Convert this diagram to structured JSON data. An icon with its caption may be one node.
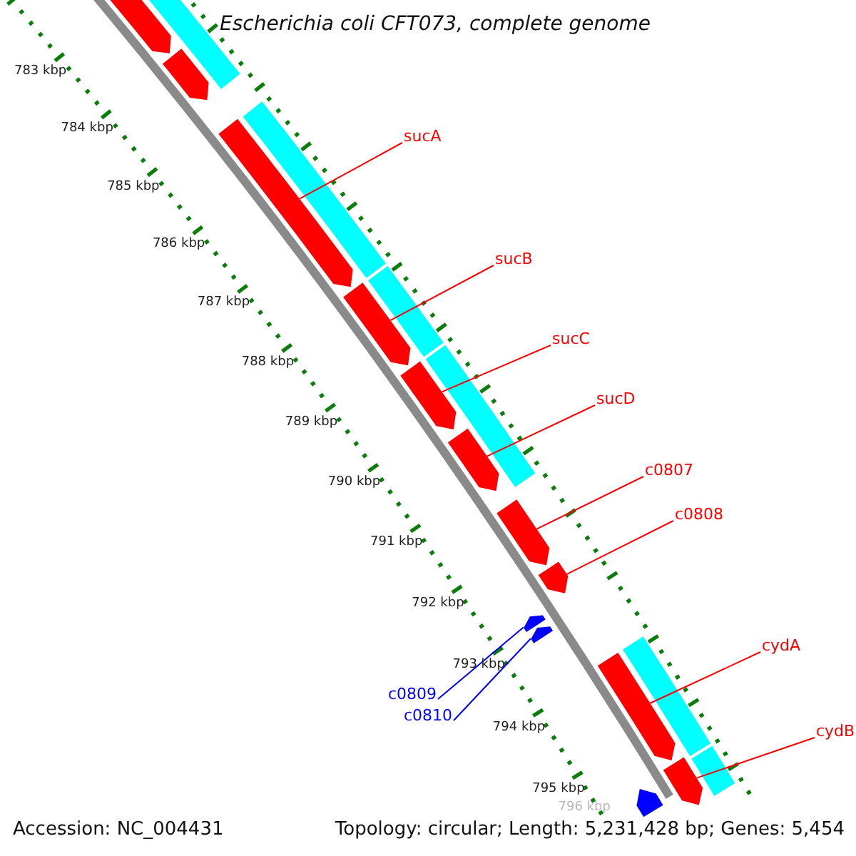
{
  "diagram": {
    "title": "Escherichia coli CFT073, complete genome",
    "nodes": [
      {
        "text": [
          "sucA"
        ]
      },
      {
        "text": [],
        "shape": "bar"
      },
      {
        "text": [
          "sucB"
        ]
      },
      {
        "text": [],
        "shape": "bar"
      },
      {
        "text": [
          "sucC"
        ]
      },
      {
        "text": [],
        "shape": "bar"
      },
      {
        "text": [
          "sucD"
        ]
      },
      {
        "text": [],
        "shape": "bar"
      },
      {
        "text": [
          "c0807"
        ]
      },
      {
        "text": [],
        "shape": "bar"
      },
      {
        "text": [
          "c0808"
        ]
      },
      {
        "text": [],
        "shape": "bar"
      },
      {
        "text": [
          "cydA"
        ]
      },
      {
        "text": [],
        "shape": "bar"
      },
      {
        "text": [
          "c0809"
        ]
      },
      {
        "text": [],
        "shape": "bar"
      },
      {
        "text": [
          "c0810"
        ]
      },
      {
        "text": [],
        "shape": "bar"
      },
      {
        "text": [
          "cydB"
        ]
      },
      {
        "text": [],
        "shape": "bar"
      },
      {
        "text": [],
        "shape": "bar"
      },
      {
        "text": [],
        "shape": "bar"
      },
      {
        "text": [],
        "shape": "bar"
      },
      {
        "text": [],
        "shape": "bar"
      },
      {
        "text": [],
        "shape": "bar"
      },
      {
        "text": [],
        "shape": "bar"
      },
      {
        "text": [],
        "shape": "bar"
      },
      {
        "text": [],
        "shape": "bar"
      },
      {
        "text": [],
        "shape": "bar"
      }
    ],
    "edges": [
      {
        "from": 0,
        "to": 1,
        "arrow": "none"
      },
      {
        "from": 2,
        "to": 3,
        "arrow": "none"
      },
      {
        "from": 4,
        "to": 5,
        "arrow": "none"
      },
      {
        "from": 6,
        "to": 7,
        "arrow": "none"
      },
      {
        "from": 8,
        "to": 9,
        "arrow": "none"
      },
      {
        "from": 10,
        "to": 11,
        "arrow": "none"
      },
      {
        "from": 12,
        "to": 13,
        "arrow": "none"
      },
      {
        "from": 14,
        "to": 15,
        "arrow": "none",
        "color": "#0000ff"
      },
      {
        "from": 16,
        "to": 17,
        "arrow": "none",
        "color": "#0000ff"
      },
      {
        "from": 18,
        "to": 19,
        "arrow": "none"
      }
    ],
    "labels": [
      "783 kbp",
      "784 kbp",
      "785 kbp",
      "786 kbp",
      "787 kbp",
      "788 kbp",
      "789 kbp",
      "790 kbp",
      "791 kbp",
      "792 kbp",
      "793 kbp",
      "794 kbp",
      "795 kbp",
      "796 kbp",
      "Accession: NC_004431",
      "Topology: circular; Length: 5,231,428 bp; Genes: 5,454"
    ]
  }
}
